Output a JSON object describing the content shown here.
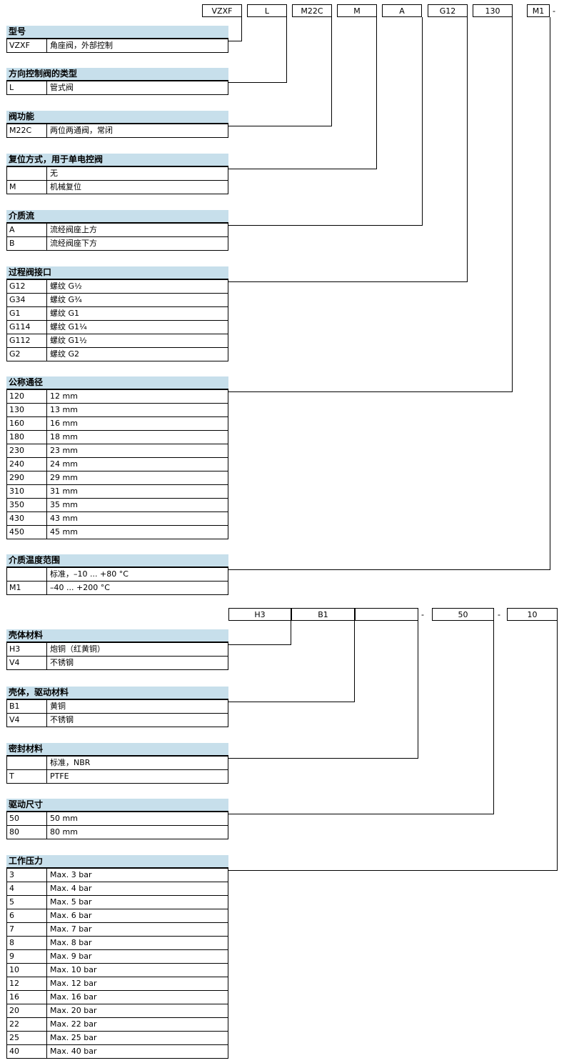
{
  "code_top": [
    "VZXF",
    "L",
    "M22C",
    "M",
    "A",
    "G12",
    "130",
    "M1"
  ],
  "code_top_dash": "-",
  "code_bottom": [
    "H3",
    "B1",
    "",
    "50",
    "10"
  ],
  "code_bottom_dash": "-",
  "sections": [
    {
      "title": "型号",
      "rows": [
        [
          "VZXF",
          "角座阀，外部控制"
        ]
      ]
    },
    {
      "title": "方向控制阀的类型",
      "rows": [
        [
          "L",
          "管式阀"
        ]
      ]
    },
    {
      "title": "阀功能",
      "rows": [
        [
          "M22C",
          "两位两通阀，常闭"
        ]
      ]
    },
    {
      "title": "复位方式，用于单电控阀",
      "rows": [
        [
          "",
          "无"
        ],
        [
          "M",
          "机械复位"
        ]
      ]
    },
    {
      "title": "介质流",
      "rows": [
        [
          "A",
          "流经阀座上方"
        ],
        [
          "B",
          "流经阀座下方"
        ]
      ]
    },
    {
      "title": "过程阀接口",
      "rows": [
        [
          "G12",
          "螺纹 G½"
        ],
        [
          "G34",
          "螺纹 G¾"
        ],
        [
          "G1",
          "螺纹 G1"
        ],
        [
          "G114",
          "螺纹 G1¼"
        ],
        [
          "G112",
          "螺纹 G1½"
        ],
        [
          "G2",
          "螺纹 G2"
        ]
      ]
    },
    {
      "title": "公称通径",
      "rows": [
        [
          "120",
          "12 mm"
        ],
        [
          "130",
          "13 mm"
        ],
        [
          "160",
          "16 mm"
        ],
        [
          "180",
          "18 mm"
        ],
        [
          "230",
          "23 mm"
        ],
        [
          "240",
          "24 mm"
        ],
        [
          "290",
          "29 mm"
        ],
        [
          "310",
          "31 mm"
        ],
        [
          "350",
          "35 mm"
        ],
        [
          "430",
          "43 mm"
        ],
        [
          "450",
          "45 mm"
        ]
      ]
    },
    {
      "title": "介质温度范围",
      "rows": [
        [
          "",
          "标准，–10 ... +80 °C"
        ],
        [
          "M1",
          "–40 ... +200 °C"
        ]
      ]
    },
    {
      "title": "壳体材料",
      "rows": [
        [
          "H3",
          "炮铜（红黄铜）"
        ],
        [
          "V4",
          "不锈钢"
        ]
      ]
    },
    {
      "title": "壳体，驱动材料",
      "rows": [
        [
          "B1",
          "黄铜"
        ],
        [
          "V4",
          "不锈钢"
        ]
      ]
    },
    {
      "title": "密封材料",
      "rows": [
        [
          "",
          "标准，NBR"
        ],
        [
          "T",
          "PTFE"
        ]
      ]
    },
    {
      "title": "驱动尺寸",
      "rows": [
        [
          "50",
          "50 mm"
        ],
        [
          "80",
          "80 mm"
        ]
      ]
    },
    {
      "title": "工作压力",
      "rows": [
        [
          "3",
          "Max. 3 bar"
        ],
        [
          "4",
          "Max. 4 bar"
        ],
        [
          "5",
          "Max. 5 bar"
        ],
        [
          "6",
          "Max. 6 bar"
        ],
        [
          "7",
          "Max. 7 bar"
        ],
        [
          "8",
          "Max. 8 bar"
        ],
        [
          "9",
          "Max. 9 bar"
        ],
        [
          "10",
          "Max. 10 bar"
        ],
        [
          "12",
          "Max. 12 bar"
        ],
        [
          "16",
          "Max. 16 bar"
        ],
        [
          "20",
          "Max. 20 bar"
        ],
        [
          "22",
          "Max. 22 bar"
        ],
        [
          "25",
          "Max. 25 bar"
        ],
        [
          "40",
          "Max. 40 bar"
        ]
      ]
    }
  ]
}
